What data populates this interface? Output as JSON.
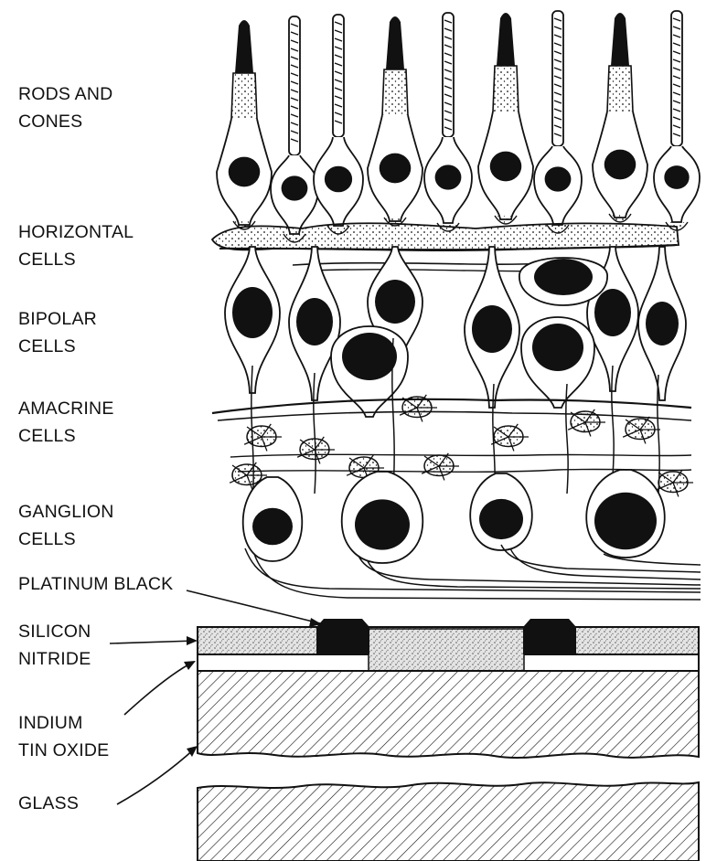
{
  "labels": {
    "rods_cones": [
      "RODS AND",
      "CONES"
    ],
    "horizontal": [
      "HORIZONTAL",
      "CELLS"
    ],
    "bipolar": [
      "BIPOLAR",
      "CELLS"
    ],
    "amacrine": [
      "AMACRINE",
      "CELLS"
    ],
    "ganglion": [
      "GANGLION",
      "CELLS"
    ],
    "platinum": [
      "PLATINUM BLACK"
    ],
    "silicon": [
      "SILICON",
      "NITRIDE"
    ],
    "indium": [
      "INDIUM",
      "TIN OXIDE"
    ],
    "glass": [
      "GLASS"
    ]
  },
  "colors": {
    "ink": "#111111",
    "stipple": "#d8d8d8",
    "background": "#ffffff"
  }
}
